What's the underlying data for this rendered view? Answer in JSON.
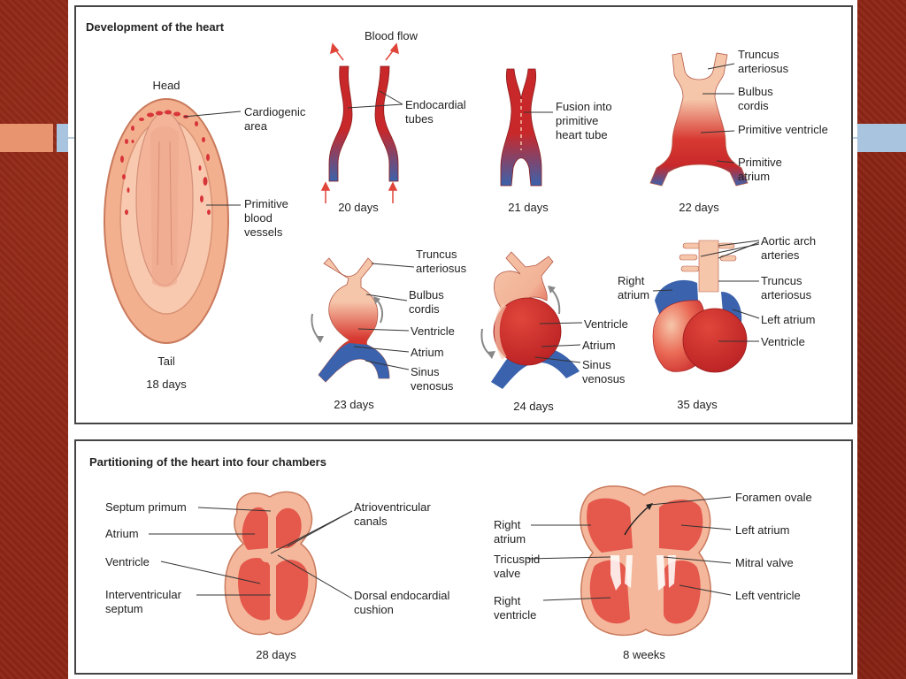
{
  "top_panel": {
    "title": "Development of the heart",
    "blood_flow": "Blood flow",
    "stage_18": {
      "head": "Head",
      "tail": "Tail",
      "days": "18 days",
      "cardiogenic_1": "Cardiogenic",
      "cardiogenic_2": "area",
      "vessels_1": "Primitive",
      "vessels_2": "blood",
      "vessels_3": "vessels"
    },
    "stage_20": {
      "days": "20 days",
      "endo_1": "Endocardial",
      "endo_2": "tubes"
    },
    "stage_21": {
      "days": "21 days",
      "fusion_1": "Fusion into",
      "fusion_2": "primitive",
      "fusion_3": "heart tube"
    },
    "stage_22": {
      "days": "22 days",
      "truncus_1": "Truncus",
      "truncus_2": "arteriosus",
      "bulbus_1": "Bulbus",
      "bulbus_2": "cordis",
      "ventricle": "Primitive ventricle",
      "atrium_1": "Primitive",
      "atrium_2": "atrium"
    },
    "stage_23": {
      "days": "23 days",
      "truncus_1": "Truncus",
      "truncus_2": "arteriosus",
      "bulbus_1": "Bulbus",
      "bulbus_2": "cordis",
      "ventricle": "Ventricle",
      "atrium": "Atrium",
      "sinus_1": "Sinus",
      "sinus_2": "venosus"
    },
    "stage_24": {
      "days": "24 days",
      "ventricle": "Ventricle",
      "atrium": "Atrium",
      "sinus_1": "Sinus",
      "sinus_2": "venosus"
    },
    "stage_35": {
      "days": "35 days",
      "aortic_1": "Aortic arch",
      "aortic_2": "arteries",
      "truncus_1": "Truncus",
      "truncus_2": "arteriosus",
      "right_atrium_1": "Right",
      "right_atrium_2": "atrium",
      "left_atrium": "Left atrium",
      "ventricle": "Ventricle"
    }
  },
  "bottom_panel": {
    "title": "Partitioning of the heart into four chambers",
    "stage_28": {
      "days": "28 days",
      "septum_primum": "Septum primum",
      "atrium": "Atrium",
      "ventricle": "Ventricle",
      "iv_1": "Interventricular",
      "iv_2": "septum",
      "av_1": "Atrioventricular",
      "av_2": "canals",
      "dorsal_1": "Dorsal endocardial",
      "dorsal_2": "cushion"
    },
    "stage_8w": {
      "days": "8 weeks",
      "foramen": "Foramen ovale",
      "right_atrium_1": "Right",
      "right_atrium_2": "atrium",
      "left_atrium": "Left atrium",
      "tricuspid_1": "Tricuspid",
      "tricuspid_2": "valve",
      "mitral": "Mitral valve",
      "right_ventricle_1": "Right",
      "right_ventricle_2": "ventricle",
      "left_ventricle": "Left ventricle"
    }
  },
  "colors": {
    "artery_red": "#c8282a",
    "vein_blue": "#3a62ad",
    "tissue_pink": "#f4b79c",
    "background": "#8d2616"
  }
}
